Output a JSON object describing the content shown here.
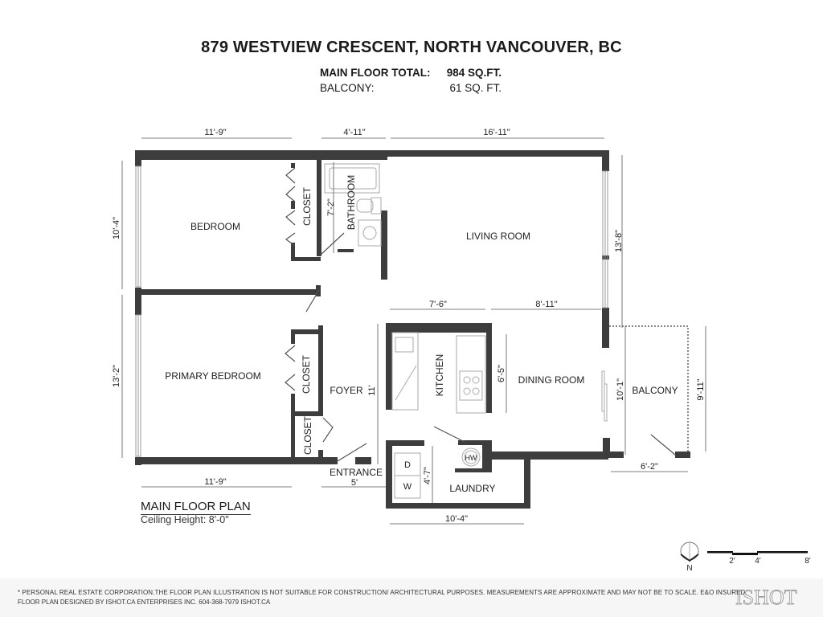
{
  "header": {
    "address": "879 WESTVIEW CRESCENT, NORTH VANCOUVER, BC",
    "areas": [
      {
        "label": "MAIN FLOOR TOTAL:",
        "value": "984 SQ.FT."
      },
      {
        "label": "BALCONY:",
        "value": "61 SQ. FT."
      }
    ]
  },
  "rooms": {
    "bedroom": "BEDROOM",
    "closet_bedroom": "CLOSET",
    "bathroom": "BATHROOM",
    "living_room": "LIVING ROOM",
    "primary_bedroom": "PRIMARY BEDROOM",
    "closet_primary": "CLOSET",
    "closet_foyer": "CLOSET",
    "foyer": "FOYER",
    "kitchen": "KITCHEN",
    "dining_room": "DINING ROOM",
    "balcony": "BALCONY",
    "entrance": "ENTRANCE",
    "laundry": "LAUNDRY"
  },
  "appliances": {
    "dryer": "D",
    "washer": "W",
    "hot_water": "HW"
  },
  "dimensions": {
    "bedroom_width": "11'-9\"",
    "bathroom_width": "4'-11\"",
    "living_width": "16'-11\"",
    "bedroom_depth": "10'-4\"",
    "bathroom_depth": "7'-2\"",
    "living_depth": "13'-8\"",
    "kitchen_width": "7'-6\"",
    "dining_width": "8'-11\"",
    "primary_depth": "13'-2\"",
    "foyer_depth": "11'",
    "kitchen_depth": "6'-5\"",
    "dining_depth": "10'-1\"",
    "balcony_depth": "9'-11\"",
    "primary_width": "11'-9\"",
    "entrance_width": "5'",
    "laundry_depth": "4'-7\"",
    "laundry_width": "10'-4\"",
    "balcony_width": "6'-2\""
  },
  "plan": {
    "title": "MAIN FLOOR PLAN",
    "ceiling": "Ceiling Height: 8'-0\""
  },
  "legend": {
    "north": "N",
    "scale": [
      "2'",
      "4'",
      "8'"
    ]
  },
  "footer": {
    "disclaimer": "* PERSONAL REAL ESTATE CORPORATION.THE FLOOR PLAN ILLUSTRATION IS NOT SUITABLE FOR CONSTRUCTION/ ARCHITECTURAL PURPOSES. MEASUREMENTS ARE APPROXIMATE AND MAY NOT BE TO SCALE. E&O INSURED.",
    "designer": "FLOOR PLAN DESIGNED BY ISHOT.CA ENTERPRISES INC. 604-368-7979  ISHOT.CA",
    "logo": "ISHOT"
  },
  "colors": {
    "wall": "#3d3d3d",
    "background": "#ffffff",
    "footer": "#f6f6f6"
  }
}
